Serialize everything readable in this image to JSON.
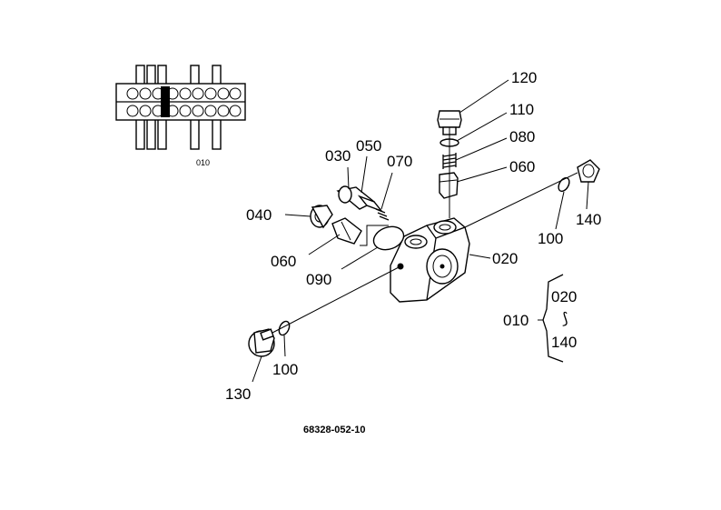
{
  "labels": {
    "p010_overview": "010",
    "p120": "120",
    "p110": "110",
    "p080": "080",
    "p060_top": "060",
    "p030": "030",
    "p050": "050",
    "p070": "070",
    "p040": "040",
    "p060_left": "060",
    "p090": "090",
    "p020": "020",
    "p100_right": "100",
    "p140_right": "140",
    "p130": "130",
    "p100_bottom": "100"
  },
  "assembly_note": {
    "parent": "010",
    "range_start": "020",
    "range_sep": "⟆",
    "range_end": "140"
  },
  "drawing_code": "68328-052-10"
}
